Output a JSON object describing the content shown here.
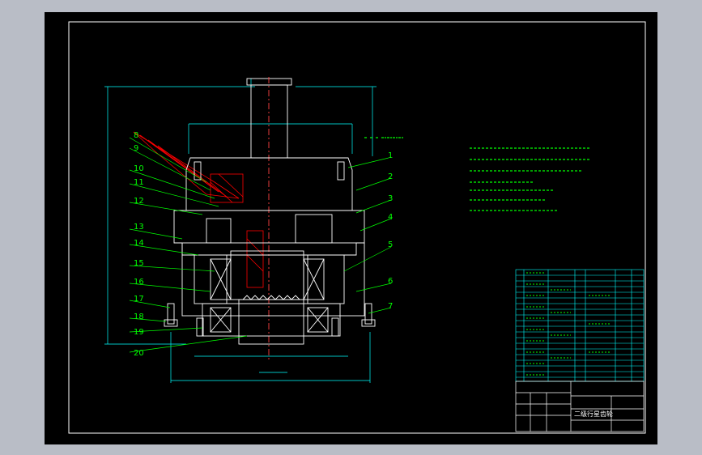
{
  "colors": {
    "background": "#b9bdc6",
    "canvas": "#000000",
    "frame": "#ffffff",
    "leader": "#00ff00",
    "dimension": "#00ffff",
    "hatch": "#ff0000",
    "outline": "#ffffff",
    "text": "#00ff00",
    "table": "#00ffff"
  },
  "part_numbers": [
    "1",
    "2",
    "3",
    "4",
    "5",
    "6",
    "7",
    "8",
    "9",
    "10",
    "11",
    "12",
    "13",
    "14",
    "15",
    "16",
    "17",
    "18",
    "19",
    "20"
  ],
  "title_block": {
    "name": "二级行星齿轮"
  }
}
